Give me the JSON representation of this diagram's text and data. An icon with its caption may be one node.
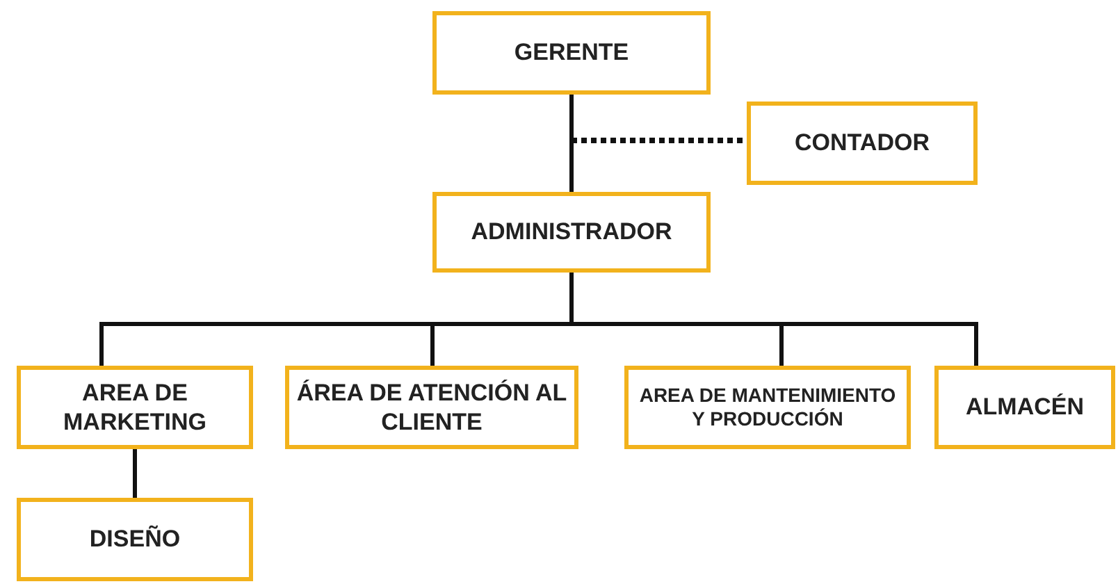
{
  "diagram": {
    "nodes": [
      {
        "text": [
          "GERENTE"
        ]
      },
      {
        "text": [
          "CONTADOR"
        ]
      },
      {
        "text": [
          "ADMINISTRADOR"
        ]
      },
      {
        "text": [
          "AREA DE MARKETING"
        ]
      },
      {
        "text": [
          "ÁREA DE ATENCIÓN AL CLIENTE"
        ]
      },
      {
        "text": [
          "AREA DE MANTENIMIENTO Y PRODUCCIÓN"
        ]
      },
      {
        "text": [
          "ALMACÉN"
        ]
      },
      {
        "text": [
          "DISEÑO"
        ]
      }
    ],
    "edges": [
      {
        "from": 0,
        "to": 2,
        "arrow": "none"
      },
      {
        "from": null,
        "to": 1,
        "arrow": "none",
        "style": "dashed"
      },
      {
        "from": 2,
        "to": 3,
        "arrow": "none"
      },
      {
        "from": 2,
        "to": 4,
        "arrow": "none"
      },
      {
        "from": 2,
        "to": 5,
        "arrow": "none"
      },
      {
        "from": 2,
        "to": 6,
        "arrow": "none"
      },
      {
        "from": 3,
        "to": 7,
        "arrow": "none"
      }
    ]
  }
}
